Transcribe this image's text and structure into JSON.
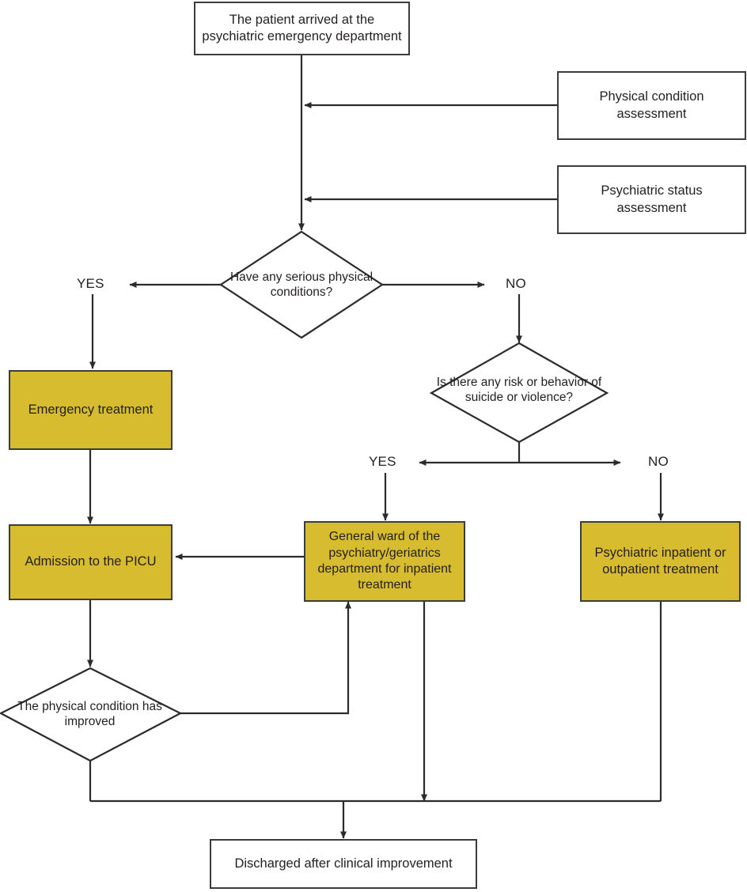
{
  "diagram": {
    "title": "Psychiatric emergency department patient flow",
    "colors": {
      "fill_accent": "#d6bc2e",
      "stroke": "#3c3c3c",
      "text": "#231f20",
      "background": "#ffffff"
    },
    "nodes": {
      "arrival": "The patient arrived at the psychiatric emergency department",
      "physical_assessment": "Physical condition assessment",
      "psychiatric_assessment": "Psychiatric status assessment",
      "decision_physical": "Have any serious physical conditions?",
      "decision_risk": "Is there any risk or behavior of suicide or violence?",
      "emergency_treatment": "Emergency treatment",
      "admission_picu": "Admission to the PICU",
      "general_ward": "General ward of the psychiatry/geriatrics department for inpatient treatment",
      "psychiatric_inpatient_outpatient": "Psychiatric inpatient or outpatient treatment",
      "decision_improved": "The physical condition has improved",
      "discharged": "Discharged after clinical improvement"
    },
    "edge_labels": {
      "physical_yes": "YES",
      "physical_no": "NO",
      "risk_yes": "YES",
      "risk_no": "NO"
    }
  }
}
